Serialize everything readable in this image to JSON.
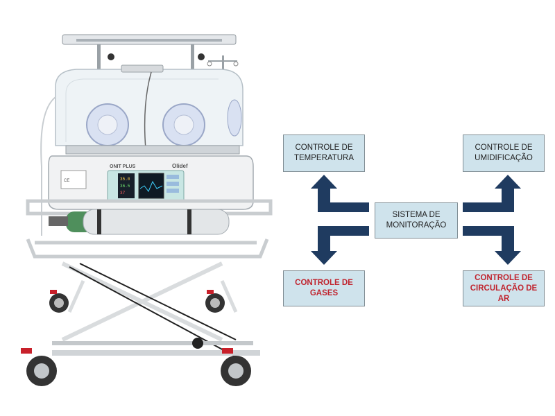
{
  "diagram": {
    "center": {
      "label": "SISTEMA DE MONITORAÇÃO"
    },
    "top_left": {
      "label": "CONTROLE DE TEMPERATURA"
    },
    "top_right": {
      "label": "CONTROLE DE UMIDIFICAÇÃO"
    },
    "bottom_left": {
      "label": "CONTROLE DE GASES",
      "highlight": true
    },
    "bottom_right": {
      "label": "CONTROLE DE CIRCULAÇÃO DE AR",
      "highlight": true
    },
    "box_fill": "#cfe3ec",
    "highlight_color": "#c0242e",
    "arrow_color": "#1f3b60"
  },
  "illustration": {
    "subject": "neonatal-transport-incubator",
    "device_model": "ONIT PLUS",
    "brand": "Olidef",
    "display_readings": [
      "35.0",
      "36.5",
      "37"
    ]
  }
}
